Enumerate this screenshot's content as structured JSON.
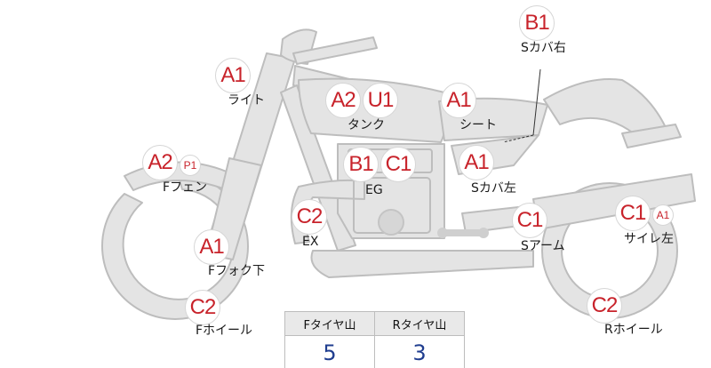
{
  "badges": {
    "light": "A1",
    "tank_a": "A2",
    "tank_b": "U1",
    "seat": "A1",
    "scover_right": "B1",
    "scover_left": "A1",
    "ffender_a": "A2",
    "ffender_b": "P1",
    "eg_a": "B1",
    "eg_b": "C1",
    "ex": "C2",
    "ffork": "A1",
    "fwheel": "C2",
    "sarm": "C1",
    "silencer_a": "C1",
    "silencer_b": "A1",
    "rwheel": "C2"
  },
  "labels": {
    "light": "ライト",
    "tank": "タンク",
    "seat": "シート",
    "scover_right": "Sカバ右",
    "scover_left": "Sカバ左",
    "ffender": "Fフェン",
    "eg": "EG",
    "ex": "EX",
    "ffork": "Fフォク下",
    "fwheel": "Fホイール",
    "sarm": "Sアーム",
    "silencer": "サイレ左",
    "rwheel": "Rホイール"
  },
  "tire_table": {
    "headers": [
      "Fタイヤ山",
      "Rタイヤ山"
    ],
    "values": [
      "5",
      "3"
    ]
  },
  "colors": {
    "part_fill": "#e4e4e4",
    "part_stroke": "#bdbdbd",
    "badge_text": "#c8232b",
    "value_text": "#1f3d8f"
  }
}
